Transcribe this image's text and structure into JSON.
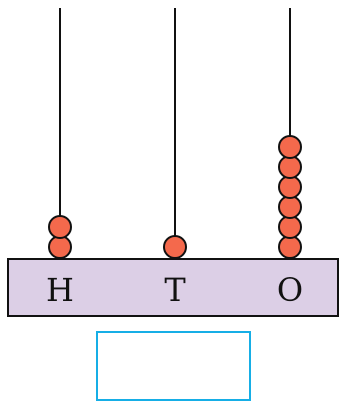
{
  "colors": {
    "base": "#dccfe6",
    "bead": "#f4694c",
    "rod": "#111111",
    "answer_box_border": "#16aee6"
  },
  "columns": [
    {
      "label": "H",
      "beads": 2
    },
    {
      "label": "T",
      "beads": 1
    },
    {
      "label": "O",
      "beads": 6
    }
  ],
  "answer": ""
}
